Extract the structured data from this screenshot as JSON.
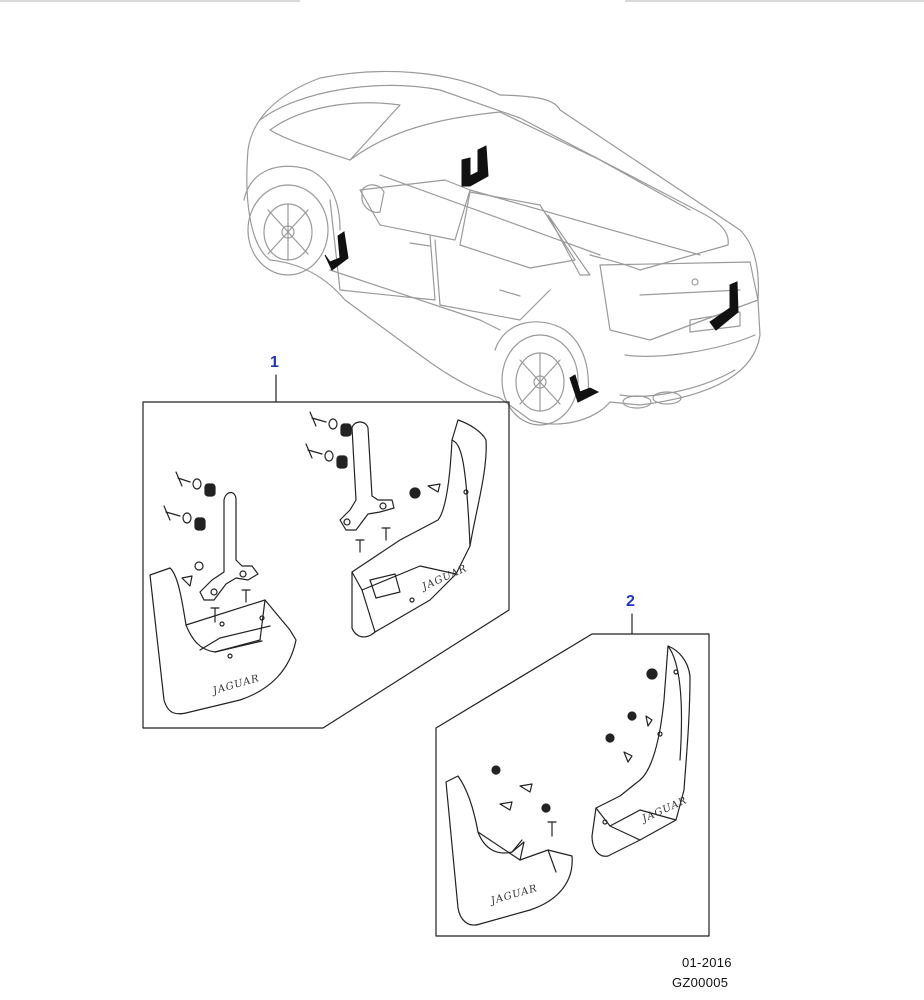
{
  "callouts": {
    "front_kit_number": "1",
    "rear_kit_number": "2"
  },
  "footer": {
    "date": "01-2016",
    "code": "GZ00005"
  },
  "mudflap_branding": "JAGUAR",
  "colors": {
    "callout": "#1f35c8",
    "line": "#222222",
    "car_outline": "#9a9a9a",
    "highlight_part": "#111111"
  }
}
